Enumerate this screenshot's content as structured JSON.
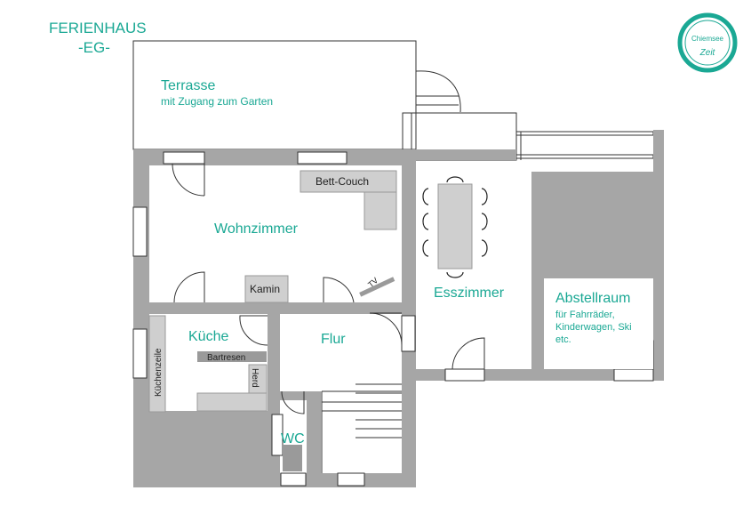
{
  "title": {
    "line1": "FERIENHAUS",
    "line2": "-EG-"
  },
  "logo": {
    "text_top": "Chiemsee",
    "text_main": "Zeit"
  },
  "rooms": {
    "terrace": {
      "name": "Terrasse",
      "sub": "mit Zugang zum Garten"
    },
    "living": {
      "name": "Wohnzimmer"
    },
    "dining": {
      "name": "Esszimmer"
    },
    "storage": {
      "name": "Abstellraum",
      "sub1": "für Fahrräder,",
      "sub2": "Kinderwagen, Ski",
      "sub3": "etc."
    },
    "kitchen": {
      "name": "Küche"
    },
    "hall": {
      "name": "Flur"
    },
    "wc": {
      "name": "WC"
    }
  },
  "furniture": {
    "couch": "Bett-Couch",
    "fireplace": "Kamin",
    "tv": "TV",
    "bar": "Bartresen",
    "stove": "Herd",
    "kitchen_row": "Küchenzeile"
  },
  "colors": {
    "accent": "#1aa894",
    "wall": "#a6a6a6",
    "furniture": "#cfcfcf"
  }
}
